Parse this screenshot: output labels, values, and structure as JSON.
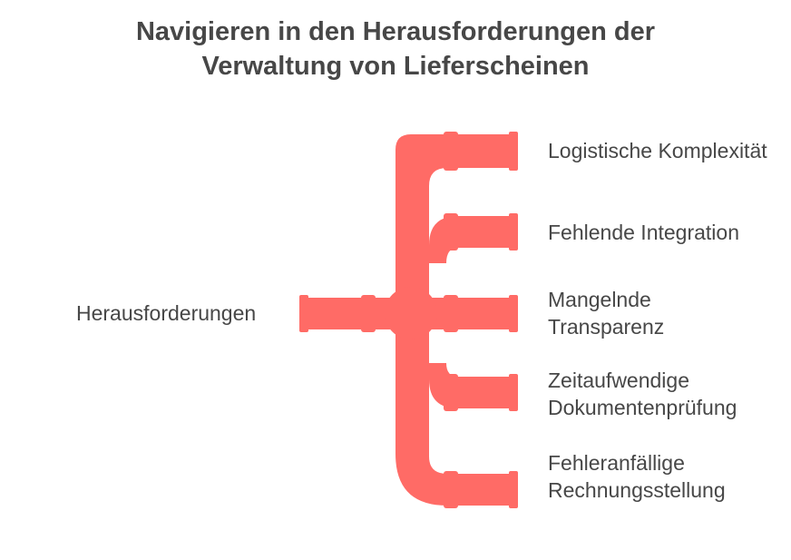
{
  "title": {
    "line1": "Navigieren in den Herausforderungen der",
    "line2": "Verwaltung von Lieferscheinen"
  },
  "root": {
    "label": "Herausforderungen"
  },
  "branches": [
    {
      "line1": "Logistische Komplexität",
      "line2": ""
    },
    {
      "line1": "Fehlende Integration",
      "line2": ""
    },
    {
      "line1": "Mangelnde",
      "line2": "Transparenz"
    },
    {
      "line1": "Zeitaufwendige",
      "line2": "Dokumentenprüfung"
    },
    {
      "line1": "Fehleranfällige",
      "line2": "Rechnungsstellung"
    }
  ],
  "colors": {
    "pipe": "#FF6B66",
    "text": "#474747"
  }
}
